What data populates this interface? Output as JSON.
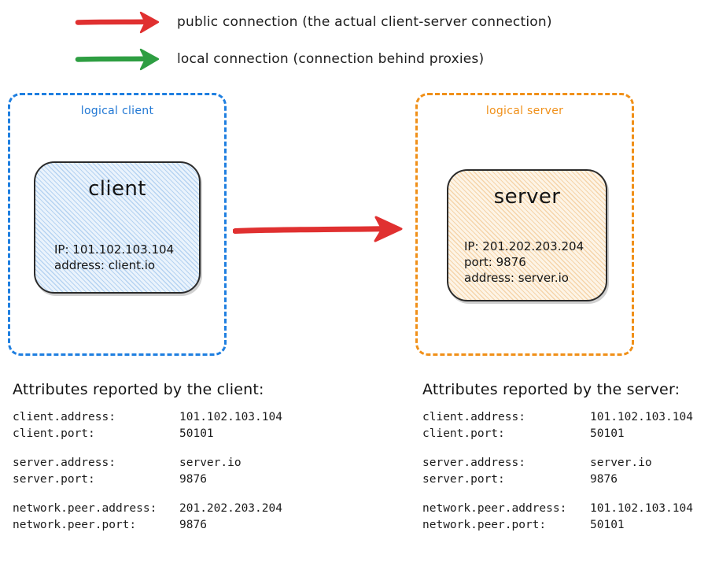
{
  "legend": {
    "items": [
      {
        "icon": "red-arrow-icon",
        "color": "#e03030",
        "label": "public connection (the actual client-server connection)"
      },
      {
        "icon": "green-arrow-icon",
        "color": "#2e9e42",
        "label": "local connection (connection behind proxies)"
      }
    ]
  },
  "diagram": {
    "client_container": {
      "title": "logical client",
      "border_color": "#1f7fe0"
    },
    "server_container": {
      "title": "logical server",
      "border_color": "#f09019"
    },
    "client_node": {
      "title": "client",
      "fill_color": "#eaf3fc",
      "hatch_color": "#8bb9e8",
      "lines": [
        "IP: 101.102.103.104",
        "address: client.io"
      ]
    },
    "server_node": {
      "title": "server",
      "fill_color": "#fdf4e6",
      "hatch_color": "#eeba78",
      "lines": [
        "IP: 201.202.203.204",
        "port: 9876",
        "address: server.io"
      ]
    },
    "connection_arrow": {
      "name": "public-connection-arrow",
      "color": "#e03030",
      "direction": "client-to-server"
    }
  },
  "attributes_client": {
    "heading": "Attributes reported by the client:",
    "groups": [
      {
        "rows": [
          {
            "key": "client.address:",
            "value": "101.102.103.104"
          },
          {
            "key": "client.port:",
            "value": "50101"
          }
        ]
      },
      {
        "rows": [
          {
            "key": "server.address:",
            "value": "server.io"
          },
          {
            "key": "server.port:",
            "value": "9876"
          }
        ]
      },
      {
        "rows": [
          {
            "key": "network.peer.address:",
            "value": "201.202.203.204"
          },
          {
            "key": "network.peer.port:",
            "value": "9876"
          }
        ]
      }
    ]
  },
  "attributes_server": {
    "heading": "Attributes reported by the server:",
    "groups": [
      {
        "rows": [
          {
            "key": "client.address:",
            "value": "101.102.103.104"
          },
          {
            "key": "client.port:",
            "value": "50101"
          }
        ]
      },
      {
        "rows": [
          {
            "key": "server.address:",
            "value": "server.io"
          },
          {
            "key": "server.port:",
            "value": "9876"
          }
        ]
      },
      {
        "rows": [
          {
            "key": "network.peer.address:",
            "value": "101.102.103.104"
          },
          {
            "key": "network.peer.port:",
            "value": "50101"
          }
        ]
      }
    ]
  }
}
